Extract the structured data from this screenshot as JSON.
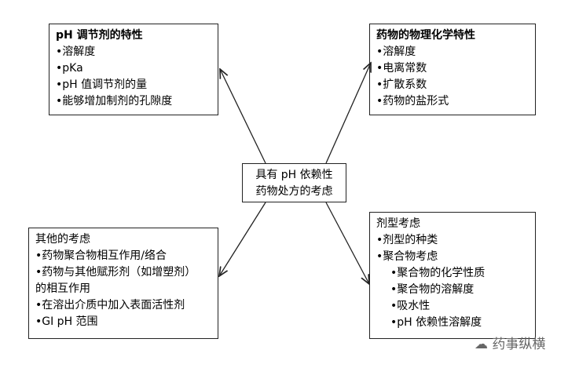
{
  "center": {
    "line1": "具有 pH 依赖性",
    "line2": "药物处方的考虑"
  },
  "box_ph": {
    "title": "pH 调节剂的特性",
    "items": [
      "•溶解度",
      "•pKa",
      "•pH 值调节剂的量",
      "•能够增加制剂的孔隙度"
    ]
  },
  "box_drug": {
    "title": "药物的物理化学特性",
    "items": [
      "•溶解度",
      "•电离常数",
      "•扩散系数",
      "•药物的盐形式"
    ]
  },
  "box_other": {
    "title": "其他的考虑",
    "items": [
      "•药物聚合物相互作用/络合",
      "•药物与其他赋形剂（如增塑剂）",
      "的相互作用",
      "•在溶出介质中加入表面活性剂",
      "•GI pH 范围"
    ]
  },
  "box_dosage": {
    "title": "剂型考虑",
    "items": [
      "•剂型的种类",
      "•聚合物考虑"
    ],
    "sub": [
      "•聚合物的化学性质",
      "•聚合物的溶解度",
      "•吸水性",
      "•pH 依赖性溶解度"
    ]
  },
  "watermark": "药事纵横"
}
